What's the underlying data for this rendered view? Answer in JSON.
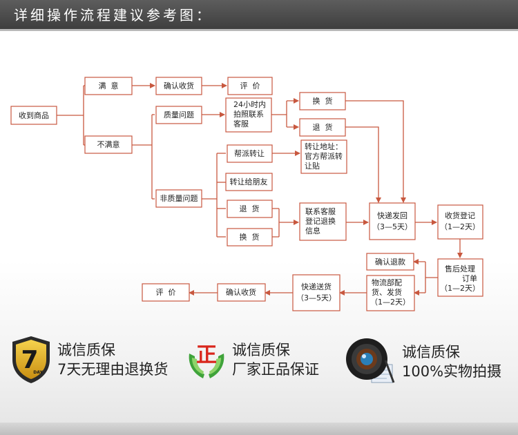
{
  "header": {
    "title": "详细操作流程建议参考图："
  },
  "flow": {
    "receive": "收到商品",
    "satisfied": "满  意",
    "confirm_receipt_1": "确认收货",
    "review_1": "评  价",
    "unsatisfied": "不满意",
    "quality_issue": "质量问题",
    "contact_24h": [
      "24小时内",
      "拍照联系",
      "客服"
    ],
    "exchange_1": "换  货",
    "return_1": "退  货",
    "non_quality_issue": "非质量问题",
    "help_resell": "帮派转让",
    "resell_address": [
      "转让地址：",
      "官方帮派转",
      "让贴"
    ],
    "give_friend": "转让给朋友",
    "return_2": "退  货",
    "exchange_2": "换  货",
    "contact_register": [
      "联系客服",
      "登记退换",
      "信息"
    ],
    "express_back": [
      "快递发回",
      "（3—5天）"
    ],
    "receive_register": [
      "收货登记",
      "（1—2天）"
    ],
    "after_sale": [
      "售后处理",
      "订单",
      "（1—2天）"
    ],
    "confirm_refund": "确认退款",
    "logistics": [
      "物流部配",
      "货、发货",
      "（1—2天）"
    ],
    "express_send": [
      "快递送货",
      "（3—5天）"
    ],
    "confirm_receipt_2": "确认收货",
    "review_2": "评  价"
  },
  "badges": [
    {
      "icon_label": "7",
      "icon_sub": "DAY",
      "title": "诚信质保",
      "subtitle": "7天无理由退换货"
    },
    {
      "icon_label": "正",
      "title": "诚信质保",
      "subtitle": "厂家正品保证"
    },
    {
      "title": "诚信质保",
      "subtitle": "100%实物拍摄"
    }
  ],
  "colors": {
    "accent": "#c8583f",
    "header": "#4a4a4a"
  }
}
